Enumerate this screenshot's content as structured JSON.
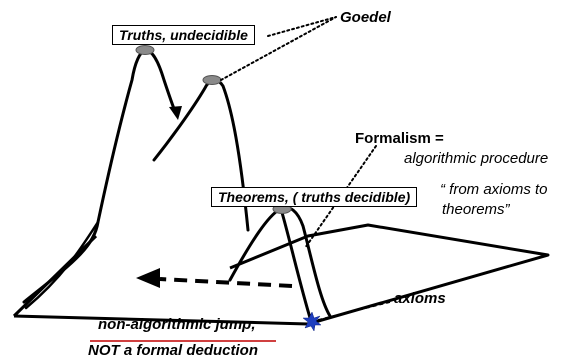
{
  "labels": {
    "truths_undecidible": "Truths, undecidible",
    "goedel": "Goedel",
    "formalism_title": "Formalism =",
    "formalism_definition": "algorithmic procedure",
    "quote_line1": "“ from axioms to",
    "quote_line2": "theorems”",
    "theorems": "Theorems, ( truths decidible)",
    "axioms": "axioms",
    "jump_line1": "non-algorithmic jump,",
    "jump_line2": "NOT a formal deduction"
  },
  "colors": {
    "line": "#000000",
    "peak_marker": "#8a8a8a",
    "axiom_star": "#1f3fbf",
    "underline": "#c00000"
  }
}
